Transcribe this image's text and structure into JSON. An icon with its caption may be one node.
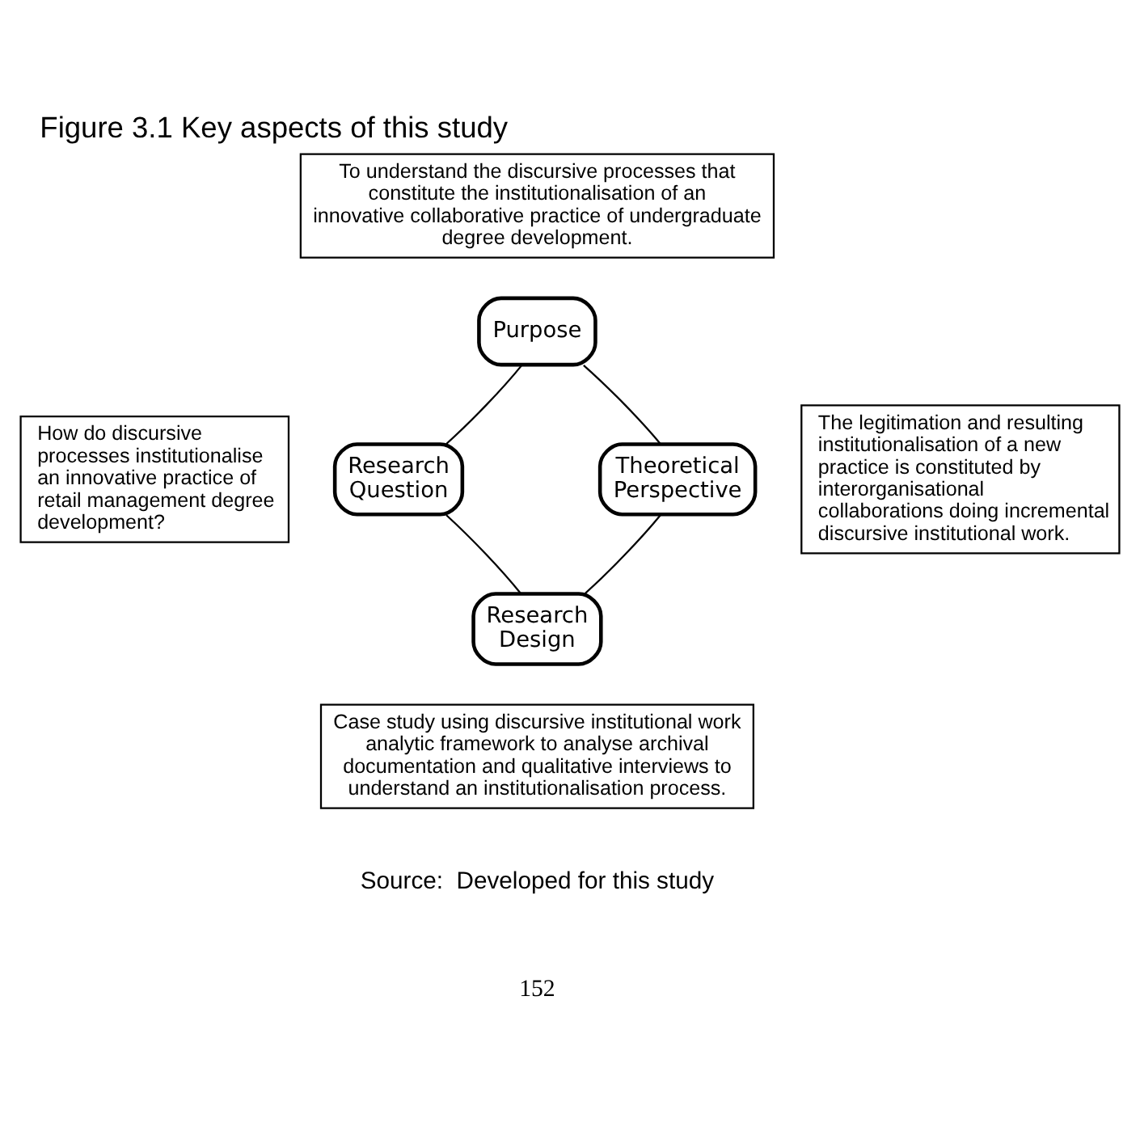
{
  "diagram": {
    "title": "Figure 3.1 Key aspects of this study",
    "caption": "Source:  Developed for this study",
    "nodes": [
      {
        "text": [
          "To understand the discursive processes that constitute the institutionalisation of an innovative collaborative practice of undergraduate degree development."
        ]
      },
      {
        "text": [
          "Purpose"
        ]
      },
      {
        "text": [
          "How do discursive processes institutionalise an innovative practice of retail management degree development?"
        ]
      },
      {
        "text": [
          "Research Question"
        ]
      },
      {
        "text": [
          "Theoretical Perspective"
        ]
      },
      {
        "text": [
          "The legitimation and resulting institutionalisation of a new practice is constituted by interorganisational collaborations doing incremental discursive institutional work."
        ]
      },
      {
        "text": [
          "Research Design"
        ]
      },
      {
        "text": [
          "Case study using discursive institutional work analytic framework to analyse archival documentation and qualitative interviews to understand an institutionalisation process."
        ]
      }
    ],
    "edges": [
      {
        "from": 1,
        "to": 4,
        "arrow": "none"
      },
      {
        "from": 4,
        "to": 6,
        "arrow": "none"
      },
      {
        "from": 6,
        "to": 3,
        "arrow": "none"
      },
      {
        "from": 3,
        "to": 1,
        "arrow": "none"
      }
    ],
    "labels": [
      "152"
    ]
  }
}
